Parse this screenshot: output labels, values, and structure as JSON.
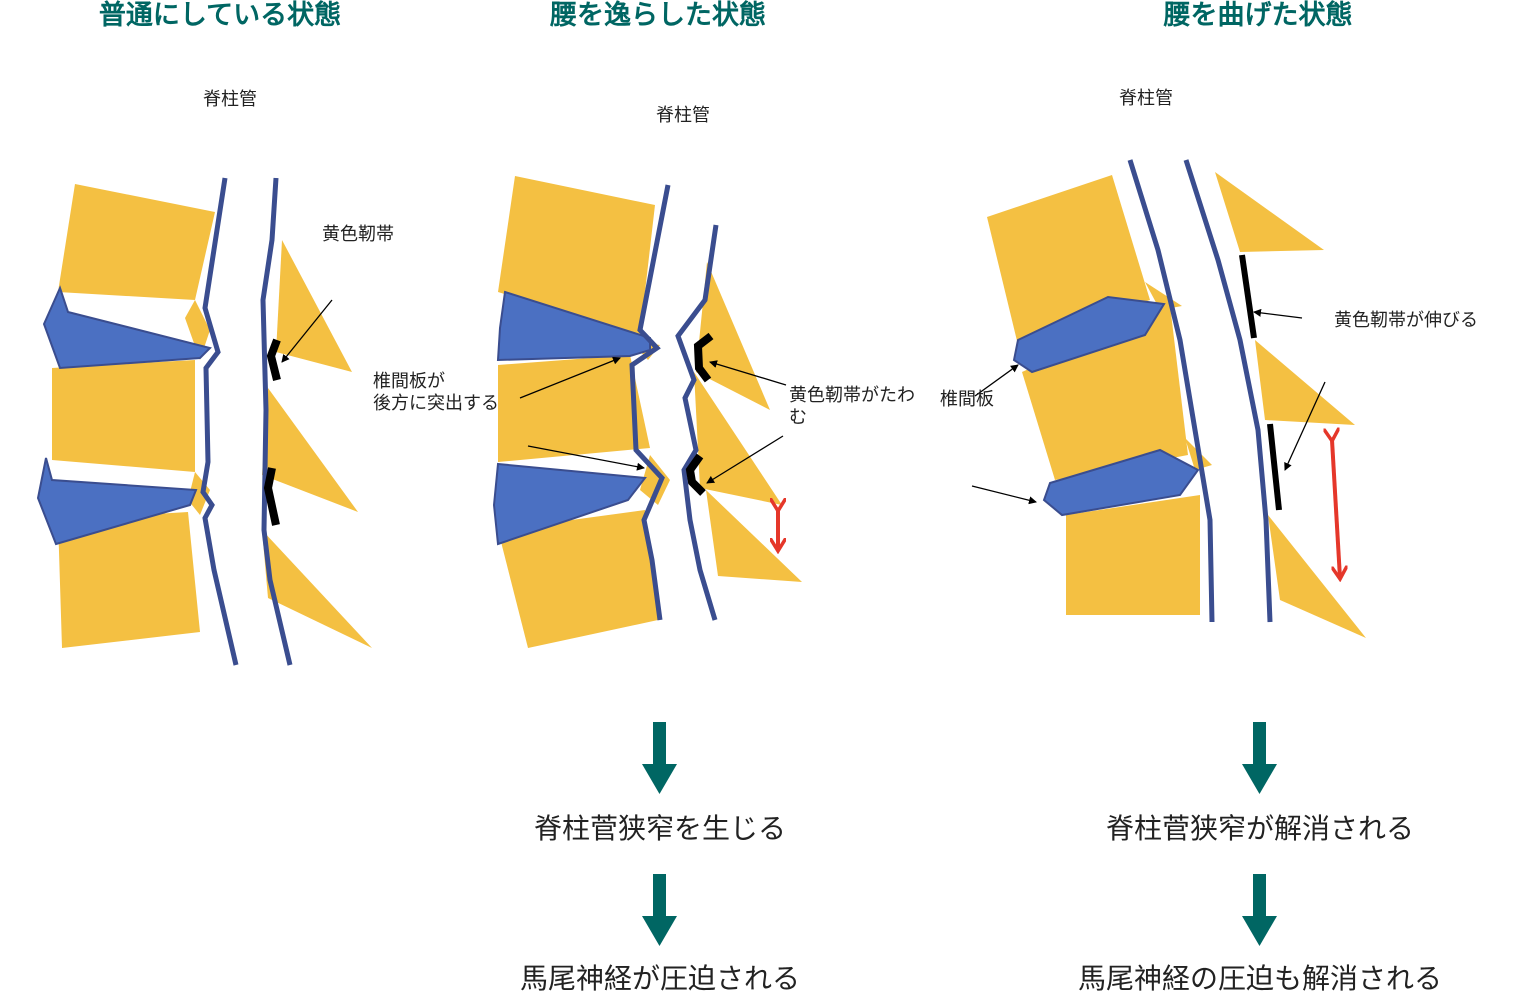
{
  "colors": {
    "bone": "#F4C042",
    "disc": "#4B70C2",
    "canal_wall": "#3A4D8F",
    "ligament": "#000000",
    "stretch_arrow": "#E5372A",
    "flow_arrow": "#006663",
    "heading_text": "#006663"
  },
  "panels": [
    {
      "heading": "普通にしている状態",
      "labels": {
        "canal": "脊柱管",
        "ligament": "黄色靭帯"
      }
    },
    {
      "heading": "腰を逸らした状態",
      "labels": {
        "canal": "脊柱管",
        "disc_line1": "椎間板が",
        "disc_line2": "後方に突出する",
        "ligament_line1": "黄色靭帯がたわ",
        "ligament_line2": "む"
      },
      "outcomes": [
        "脊柱菅狭窄を生じる",
        "馬尾神経が圧迫される"
      ]
    },
    {
      "heading": "腰を曲げた状態",
      "labels": {
        "canal": "脊柱管",
        "disc": "椎間板",
        "ligament": "黄色靭帯が伸びる"
      },
      "outcomes": [
        "脊柱菅狭窄が解消される",
        "馬尾神経の圧迫も解消される"
      ]
    }
  ]
}
